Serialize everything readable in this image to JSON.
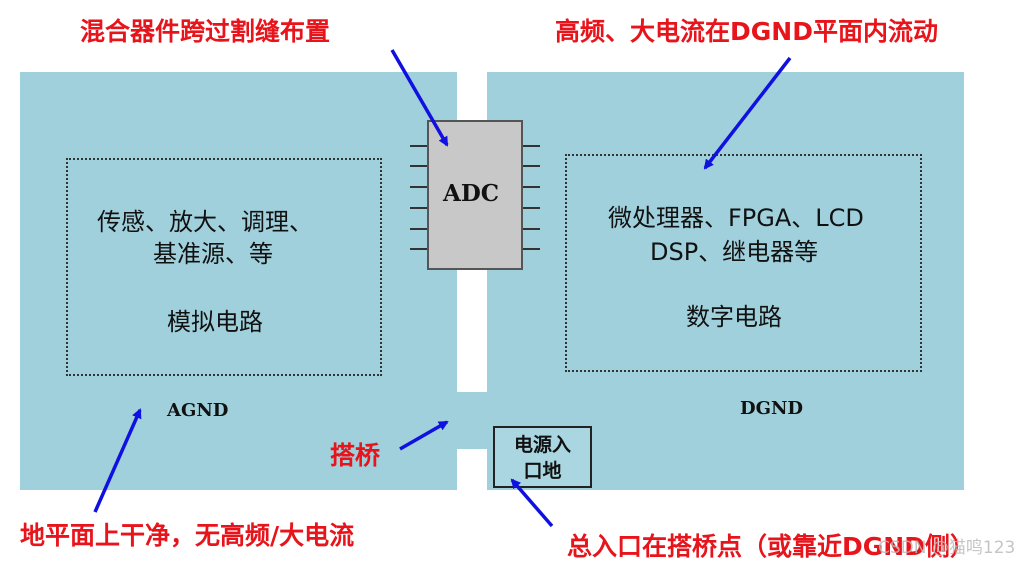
{
  "labels": {
    "mixed_component": "混合器件跨过割缝布置",
    "high_freq": "高频、大电流在DGND平面内流动",
    "bridge": "搭桥",
    "clean_ground": "地平面上干净，无高频/大电流",
    "entry_point": "总入口在搭桥点（或靠近DGND侧）"
  },
  "analog": {
    "line1": "传感、放大、调理、",
    "line2": "基准源、等",
    "title": "模拟电路",
    "ground": "AGND"
  },
  "digital": {
    "line1": "微处理器、FPGA、LCD",
    "line2": "DSP、继电器等",
    "title": "数字电路",
    "ground": "DGND"
  },
  "adc": {
    "label": "ADC"
  },
  "power_entry": {
    "line1": "电源入",
    "line2": "口地"
  },
  "watermark": "CSDN @猫鸣123",
  "colors": {
    "plane": "#9fd0dc",
    "red_text": "#e8141b",
    "arrow": "#1010e0",
    "chip": "#c8c8c8"
  }
}
